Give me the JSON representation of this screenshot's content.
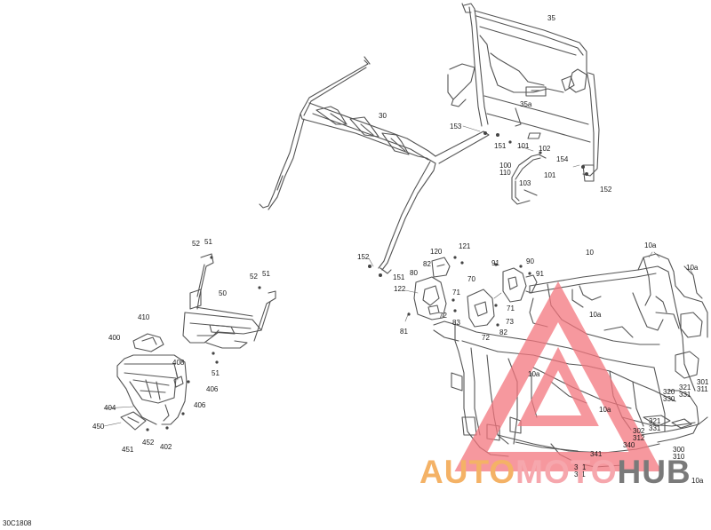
{
  "diagram": {
    "code": "30C1808",
    "labels": {
      "l35": "35",
      "l35a": "35a",
      "l30": "30",
      "l153": "153",
      "l151a": "151",
      "l101a": "101",
      "l102": "102",
      "l154": "154",
      "l100": "100",
      "l110": "110",
      "l101b": "101",
      "l103": "103",
      "l152a": "152",
      "l52a": "52",
      "l51a": "51",
      "l52b": "52",
      "l51b": "51",
      "l50": "50",
      "l410": "410",
      "l400": "400",
      "l408": "408",
      "l51c": "51",
      "l406a": "406",
      "l404": "404",
      "l406b": "406",
      "l450": "450",
      "l452": "452",
      "l451": "451",
      "l402": "402",
      "l152b": "152",
      "l151b": "151",
      "l120": "120",
      "l121": "121",
      "l82a": "82",
      "l80": "80",
      "l122": "122",
      "l81": "81",
      "l91a": "91",
      "l90": "90",
      "l91b": "91",
      "l70": "70",
      "l71a": "71",
      "l71b": "71",
      "l72a": "72",
      "l83": "83",
      "l73": "73",
      "l72b": "72",
      "l82b": "82",
      "l10": "10",
      "l10a1": "10a",
      "l10a2": "10a",
      "l10a3": "10a",
      "l10a4": "10a",
      "l10a5": "10a",
      "l10a6": "10a",
      "l320": "320",
      "l330": "330",
      "l301a": "301",
      "l311a": "311",
      "l321": "321",
      "l331": "331",
      "l302": "302",
      "l312": "312",
      "l341": "341",
      "l340": "340",
      "l300": "300",
      "l310": "310",
      "l301b": "301",
      "l311b": "311"
    },
    "watermark": {
      "auto": "AUTO",
      "moto": "MOTO",
      "hub": "HUB"
    }
  }
}
